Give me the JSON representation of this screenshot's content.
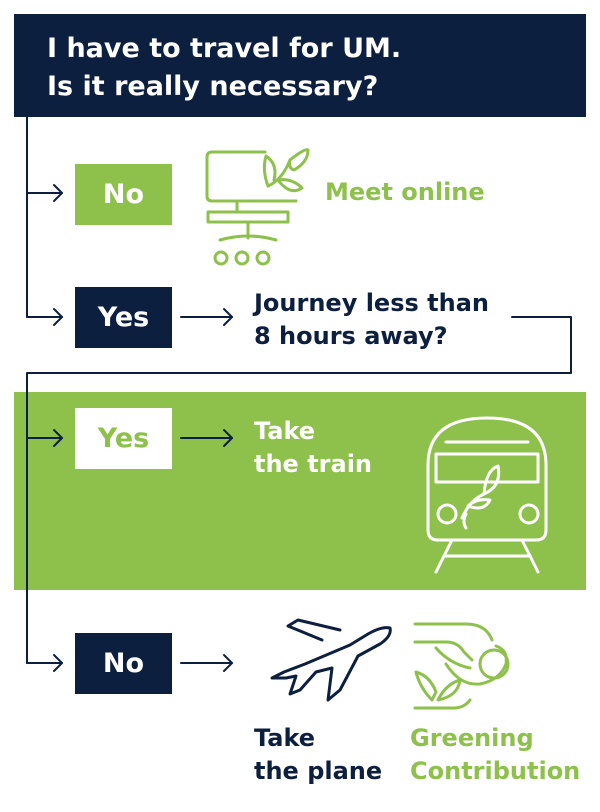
{
  "question": {
    "line1": "I have to travel for UM.",
    "line2": "Is it really necessary?"
  },
  "branch_no": {
    "answer": "No",
    "result": "Meet online",
    "icon": "computer-chair-leaf-icon"
  },
  "branch_yes": {
    "answer": "Yes",
    "question_line1": "Journey less than",
    "question_line2": "8 hours away?"
  },
  "sub_yes": {
    "answer": "Yes",
    "result_line1": "Take",
    "result_line2": "the train",
    "icon": "train-leaf-icon"
  },
  "sub_no": {
    "answer": "No",
    "result_line1": "Take",
    "result_line2": "the plane",
    "icon": "airplane-icon",
    "extra_line1": "Greening",
    "extra_line2": "Contribution",
    "extra_icon": "hand-coin-leaf-icon"
  },
  "colors": {
    "navy": "#0d1f3f",
    "green": "#8dc14b",
    "white": "#ffffff"
  }
}
